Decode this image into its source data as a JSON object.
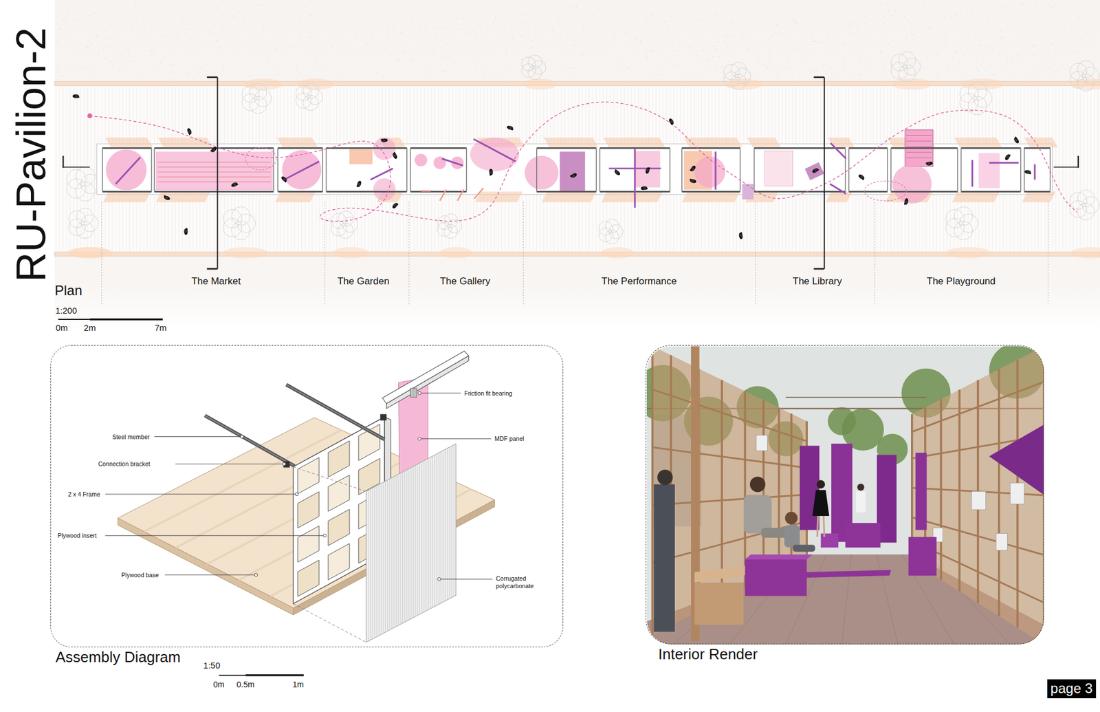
{
  "diagram": {
    "title": "RU-Pavilion-2",
    "nodes": [
      {
        "text": [
          "Assembly Diagram"
        ]
      },
      {
        "text": [
          "Interior Render"
        ]
      },
      {
        "text": [
          "page 3"
        ]
      }
    ],
    "labels": [
      "Plan",
      "1:200",
      "0m",
      "2m",
      "7m",
      "The Market",
      "The Garden",
      "The Gallery",
      "The Performance",
      "The Library",
      "The Playground",
      "Steel member",
      "Connection bracket",
      "2 x 4 Frame",
      "Plywood insert",
      "Plywood base",
      "Friction fit bearing",
      "MDF panel",
      "Corrugated polycarbonate",
      "1:50",
      "0m",
      "0.5m",
      "1m"
    ]
  }
}
